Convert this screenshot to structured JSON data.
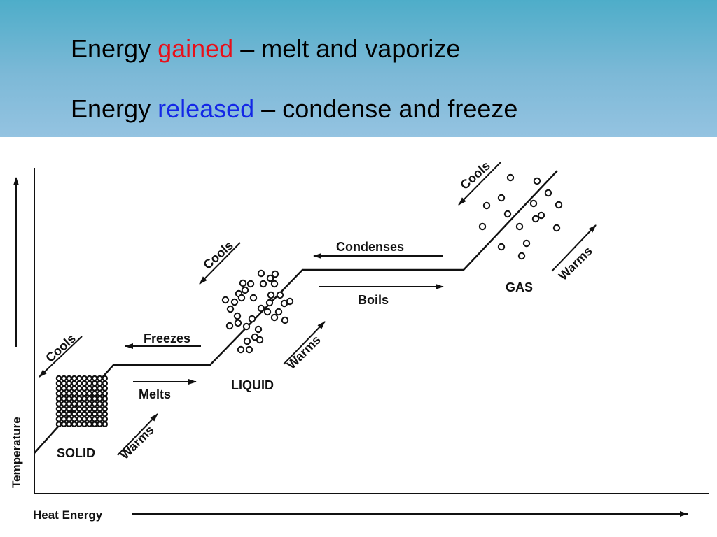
{
  "slide": {
    "line1": {
      "prefix": "Energy ",
      "highlight": "gained",
      "suffix": " – melt and vaporize"
    },
    "line2": {
      "prefix": "Energy ",
      "highlight": "released",
      "suffix": " – condense and freeze"
    }
  },
  "colors": {
    "gained": "#e8101a",
    "released": "#1428e6",
    "line": "#111111"
  },
  "diagram": {
    "axis_y_label": "Temperature",
    "axis_x_label": "Heat Energy",
    "states": {
      "solid": "SOLID",
      "liquid": "LIQUID",
      "gas": "GAS"
    },
    "transitions": {
      "melts": "Melts",
      "freezes": "Freezes",
      "boils": "Boils",
      "condenses": "Condenses"
    },
    "slope_labels": {
      "cools": "Cools",
      "warms": "Warms"
    }
  }
}
